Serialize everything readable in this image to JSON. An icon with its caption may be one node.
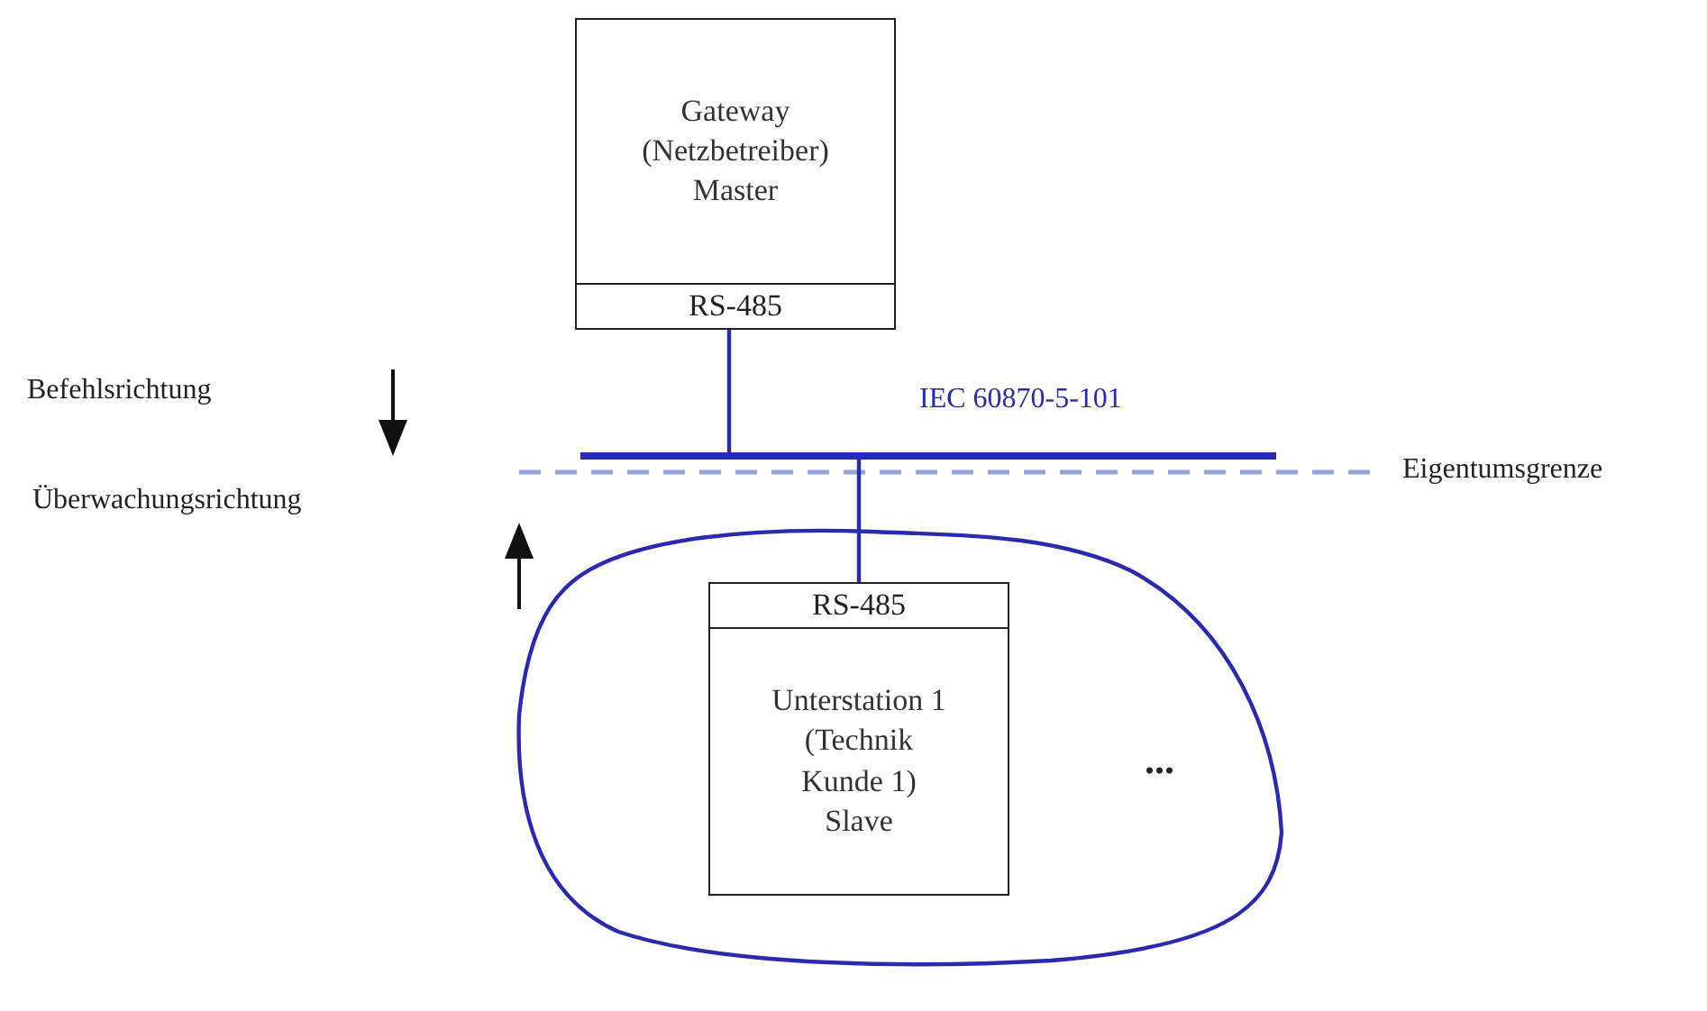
{
  "diagram": {
    "nodes": [
      {
        "text": [
          "Gateway (Netzbetreiber) Master",
          "RS-485"
        ]
      },
      {
        "text": [],
        "shape": "bar",
        "beside": [
          "IEC 60870-5-101"
        ]
      },
      {
        "text": [
          "..."
        ]
      },
      {
        "text": [
          "RS-485",
          "Unterstation 1 (Technik Kunde 1) Slave"
        ],
        "in": 2
      }
    ],
    "edges": [
      {
        "from": 0,
        "to": 1,
        "arrow": "none"
      },
      {
        "from": 1,
        "to": 3,
        "arrow": "none"
      }
    ],
    "labels": [
      "Befehlsrichtung",
      "Überwachungsrichtung",
      "Eigentumsgrenze"
    ]
  }
}
